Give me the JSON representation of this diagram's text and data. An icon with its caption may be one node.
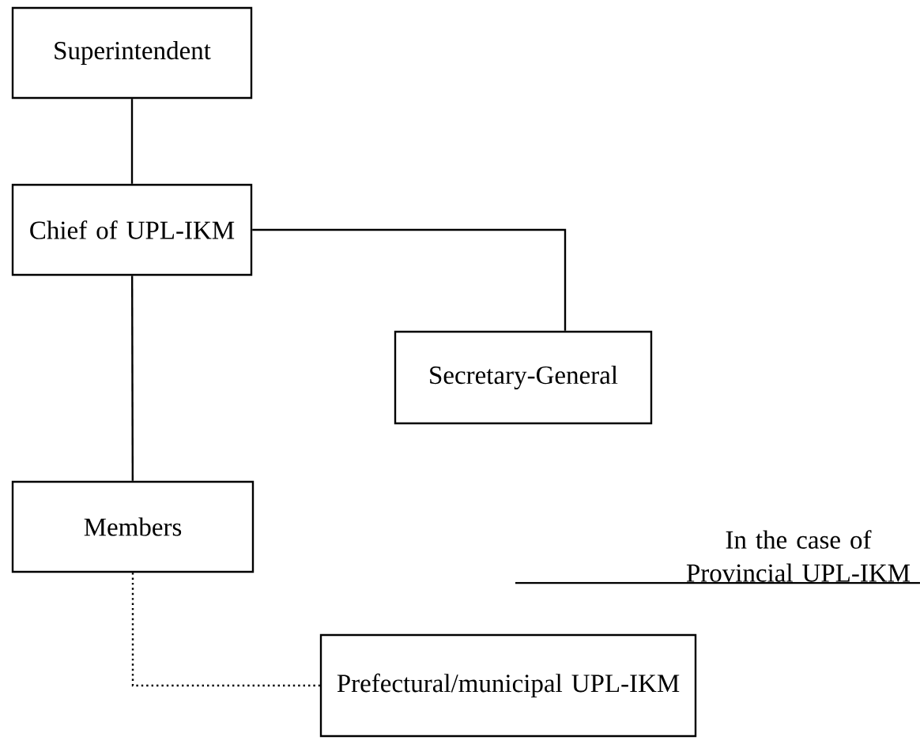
{
  "diagram": {
    "nodes": [
      {
        "text": [
          "Superintendent"
        ]
      },
      {
        "text": [
          "Chief of UPL-IKM"
        ]
      },
      {
        "text": [
          "Secretary-General"
        ]
      },
      {
        "text": [
          "Members"
        ]
      },
      {
        "text": [
          "Prefectural/municipal UPL-IKM"
        ]
      }
    ],
    "edges": [
      {
        "from": 0,
        "to": 1,
        "arrow": "none"
      },
      {
        "from": 1,
        "to": 3,
        "arrow": "none"
      },
      {
        "from": 1,
        "to": 2,
        "arrow": "none"
      },
      {
        "from": 3,
        "to": 4,
        "arrow": "none",
        "style": "dashed"
      }
    ],
    "labels": [
      "In the case of Provincial UPL-IKM"
    ]
  }
}
